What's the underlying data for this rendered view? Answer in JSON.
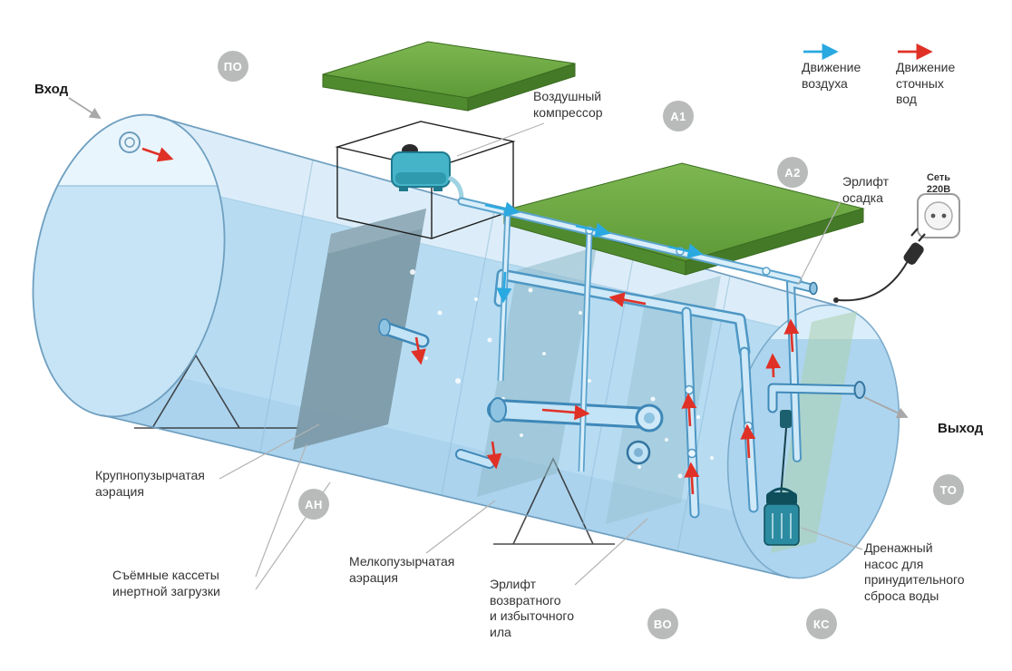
{
  "legend": {
    "air": {
      "label": "Движение\nвоздуха",
      "color": "#2aa9e0"
    },
    "waste": {
      "label": "Движение\nсточных\nвод",
      "color": "#e03127"
    }
  },
  "labels": {
    "inlet": "Вход",
    "outlet": "Выход",
    "compressor": "Воздушный\nкомпрессор",
    "sludge_airlift": "Эрлифт\nосадка",
    "power": "Сеть\n220В",
    "coarse_aeration": "Крупнопузырчатая\nаэрация",
    "cassettes": "Съёмные кассеты\nинертной загрузки",
    "fine_aeration": "Мелкопузырчатая\nаэрация",
    "return_airlift": "Эрлифт\nвозвратного\nи избыточного\nила",
    "drain_pump": "Дренажный\nнасос для\nпринудительного\nсброса воды"
  },
  "badges": {
    "po": "ПО",
    "a1": "А1",
    "a2": "А2",
    "an": "АН",
    "vo": "ВО",
    "ks": "КС",
    "to": "ТО"
  },
  "colors": {
    "tank_fill": "#b7dcf2",
    "lid_green": "#6faf45",
    "badge_gray": "#b9bbbb",
    "air_arrow": "#2aa9e0",
    "waste_arrow": "#e03127"
  }
}
